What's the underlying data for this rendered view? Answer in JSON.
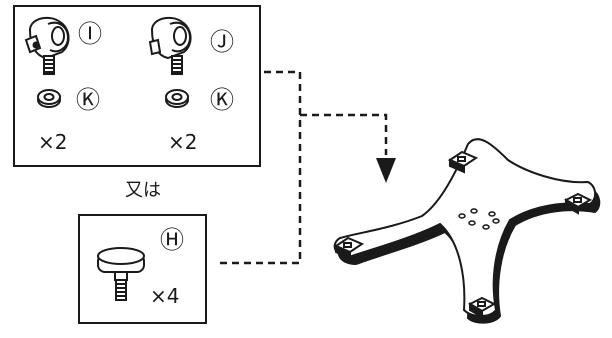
{
  "diagram": {
    "group_a": {
      "part_i_label": "Ⓘ",
      "part_j_label": "Ⓙ",
      "washer_label_left": "Ⓚ",
      "washer_label_right": "Ⓚ",
      "qty_left": "×2",
      "qty_right": "×2"
    },
    "alternative_label": "又は",
    "group_b": {
      "part_h_label": "Ⓗ",
      "qty": "×4"
    }
  }
}
